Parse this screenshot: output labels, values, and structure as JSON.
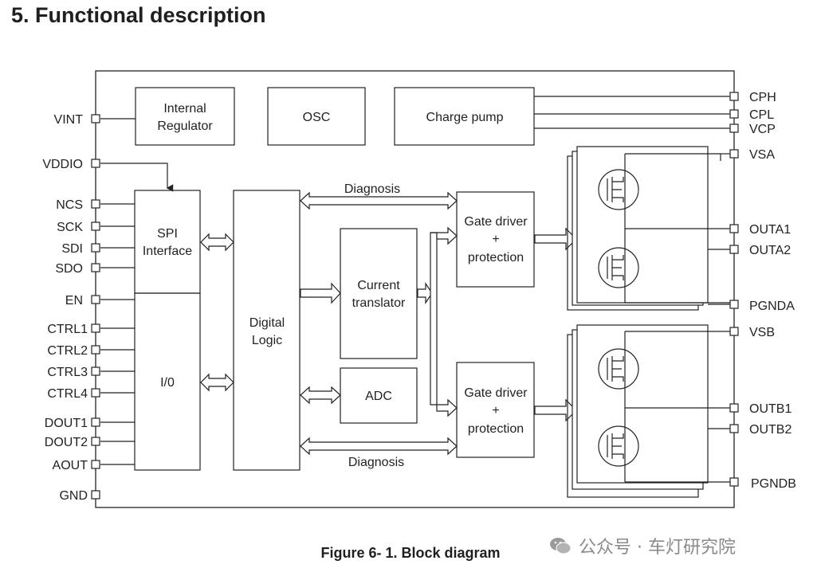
{
  "heading": "5. Functional description",
  "caption": "Figure 6- 1. Block diagram",
  "watermark": "公众号 · 车灯研究院",
  "blocks": {
    "internal_regulator": [
      "Internal",
      "Regulator"
    ],
    "osc": "OSC",
    "charge_pump": "Charge pump",
    "spi": [
      "SPI",
      "Interface"
    ],
    "io": "I/0",
    "digital_logic": [
      "Digital",
      "Logic"
    ],
    "current_translator": [
      "Current",
      "translator"
    ],
    "adc": "ADC",
    "gate_driver_a": [
      "Gate driver",
      "+",
      "protection"
    ],
    "gate_driver_b": [
      "Gate driver",
      "+",
      "protection"
    ],
    "diagnosis_top": "Diagnosis",
    "diagnosis_bottom": "Diagnosis"
  },
  "left_pins": {
    "vint": "VINT",
    "vddio": "VDDIO",
    "ncs": "NCS",
    "sck": "SCK",
    "sdi": "SDI",
    "sdo": "SDO",
    "en": "EN",
    "ctrl1": "CTRL1",
    "ctrl2": "CTRL2",
    "ctrl3": "CTRL3",
    "ctrl4": "CTRL4",
    "dout1": "DOUT1",
    "dout2": "DOUT2",
    "aout": "AOUT",
    "gnd": "GND"
  },
  "right_pins": {
    "cph": "CPH",
    "cpl": "CPL",
    "vcp": "VCP",
    "vsa": "VSA",
    "outa1": "OUTA1",
    "outa2": "OUTA2",
    "pgnda": "PGNDA",
    "vsb": "VSB",
    "outb1": "OUTB1",
    "outb2": "OUTB2",
    "pgndb": "PGNDB"
  }
}
